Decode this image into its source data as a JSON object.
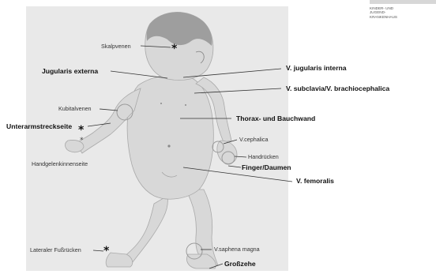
{
  "logo": {
    "lines": [
      "KINDER- UND",
      "JUGEND-",
      "KRANKENHAUS"
    ]
  },
  "labels": {
    "skalpvenen": "Skalpvenen",
    "jugularis_externa": "Jugularis externa",
    "jugularis_interna": "V. jugularis interna",
    "subclavia": "V. subclavia/V. brachiocephalica",
    "kubitalvenen": "Kubitalvenen",
    "unterarm": "Unterarmstreckseite",
    "thorax": "Thorax- und Bauchwand",
    "handgelenk": "Handgelenkinnenseite",
    "cephalica": "V.cephalica",
    "handruecken": "Handrücken",
    "finger": "Finger/Daumen",
    "femoralis": "V. femoralis",
    "fussruecken": "Lateraler Fußrücken",
    "saphena": "V.saphena magna",
    "grosszehe": "Großzehe"
  },
  "colors": {
    "skin": "#d8d8d8",
    "skin_edge": "#a9a9a9",
    "hair": "#9e9e9e",
    "panel": "#e9e9e9",
    "marker": "#111111"
  }
}
